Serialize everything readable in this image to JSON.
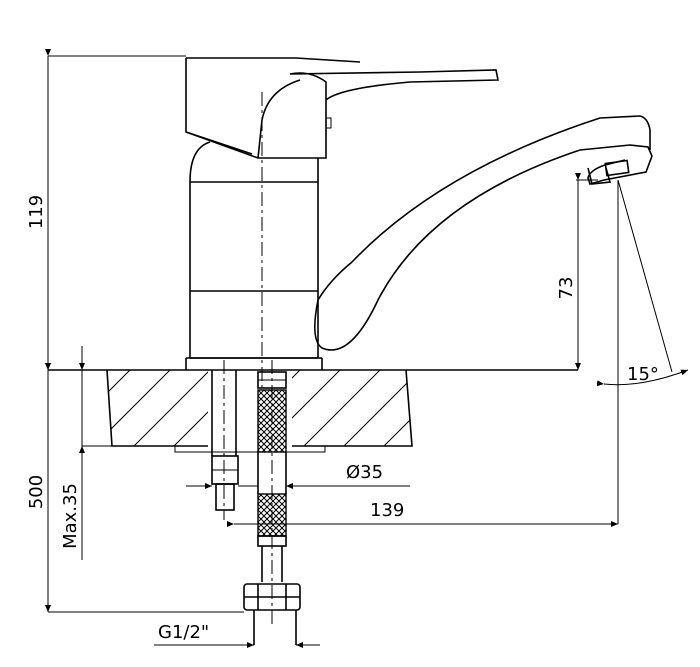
{
  "dimensions": {
    "total_height": "119",
    "spout_height": "73",
    "angle": "15°",
    "below_counter": "500",
    "max_thickness": "Max.35",
    "body_diameter": "Ø35",
    "spout_reach": "139",
    "thread": "G1/2\""
  },
  "colors": {
    "line": "#000000",
    "background": "#ffffff"
  }
}
